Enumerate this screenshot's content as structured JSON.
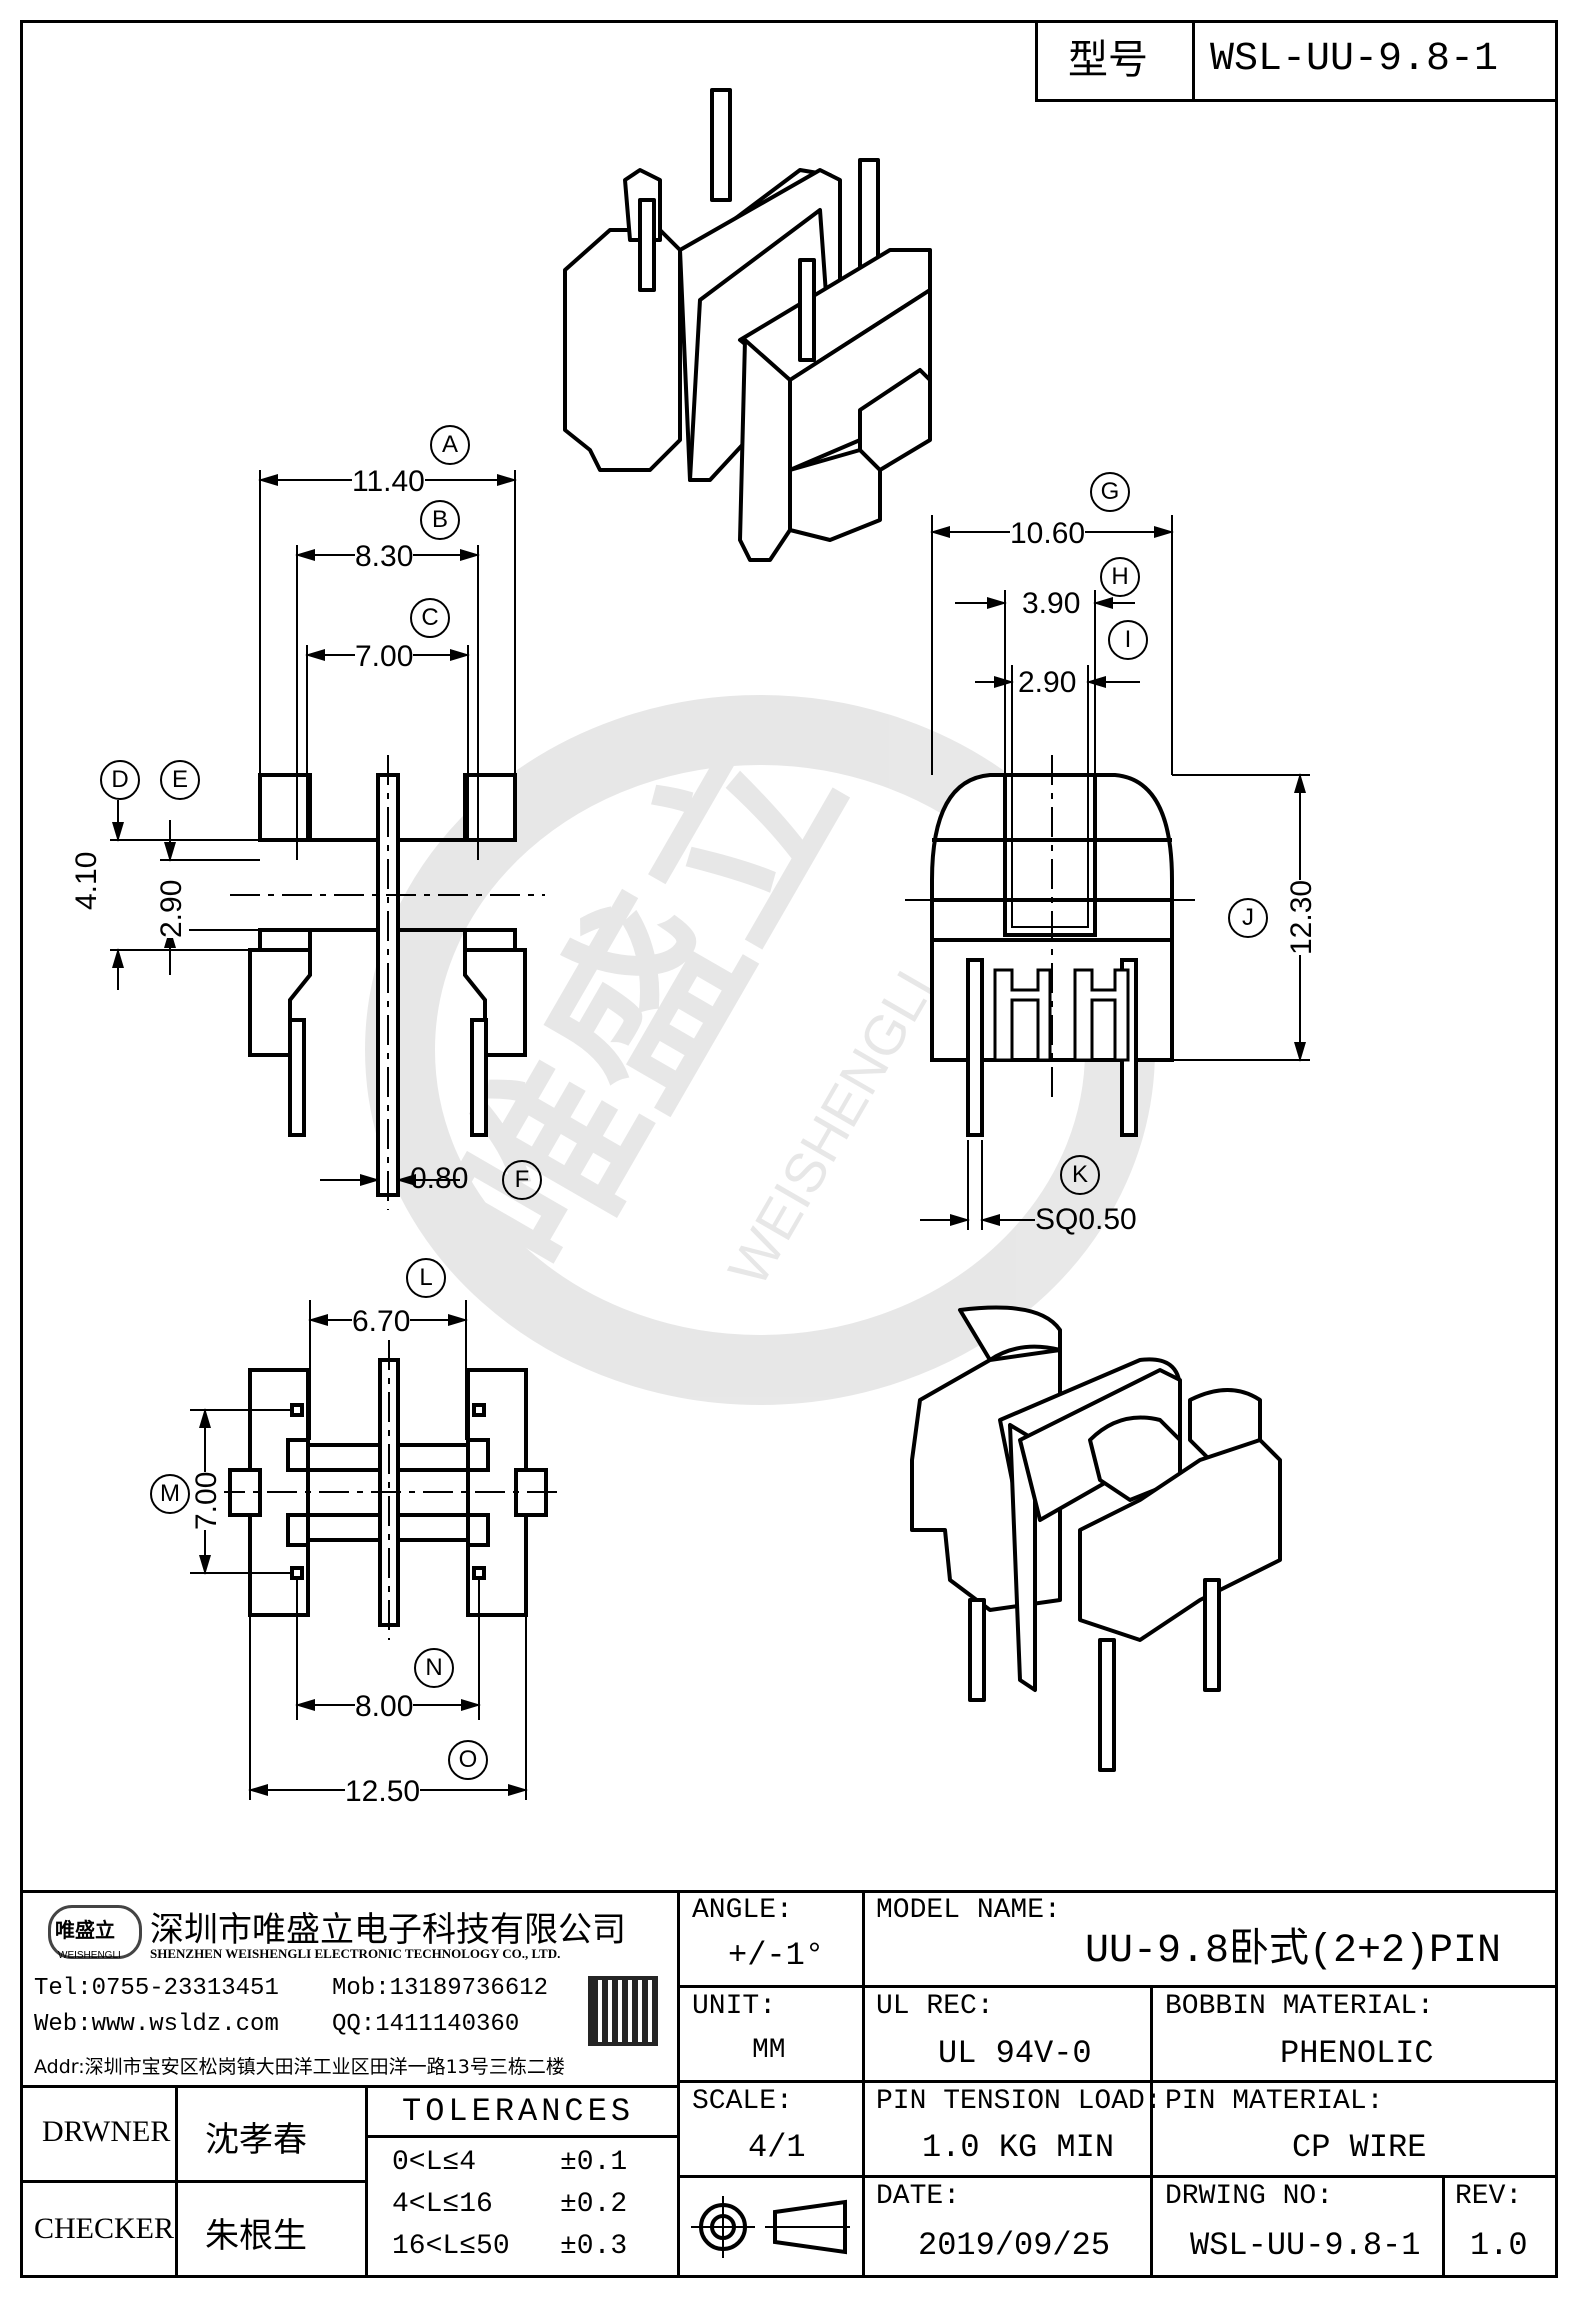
{
  "model_box": {
    "label": "型号",
    "value": "WSL-UU-9.8-1"
  },
  "dimensions": {
    "A": {
      "marker": "A",
      "value": "11.40"
    },
    "B": {
      "marker": "B",
      "value": "8.30"
    },
    "C": {
      "marker": "C",
      "value": "7.00"
    },
    "D": {
      "marker": "D",
      "value": "4.10"
    },
    "E": {
      "marker": "E",
      "value": "2.90"
    },
    "F": {
      "marker": "F",
      "value": "0.80"
    },
    "G": {
      "marker": "G",
      "value": "10.60"
    },
    "H": {
      "marker": "H",
      "value": "3.90"
    },
    "I": {
      "marker": "I",
      "value": "2.90"
    },
    "J": {
      "marker": "J",
      "value": "12.30"
    },
    "K": {
      "marker": "K",
      "value": "SQ0.50"
    },
    "L": {
      "marker": "L",
      "value": "6.70"
    },
    "M": {
      "marker": "M",
      "value": "7.00"
    },
    "N": {
      "marker": "N",
      "value": "8.00"
    },
    "O": {
      "marker": "O",
      "value": "12.50"
    }
  },
  "watermark": {
    "brand": "唯盛立",
    "latin": "WEISHENGLI"
  },
  "company": {
    "logo_text": "唯盛立",
    "logo_sub": "WEISHENGLI",
    "name_cn": "深圳市唯盛立电子科技有限公司",
    "name_en": "SHENZHEN WEISHENGLI ELECTRONIC TECHNOLOGY CO., LTD.",
    "tel": "Tel:0755-23313451",
    "mob": "Mob:13189736612",
    "web": "Web:www.wsldz.com",
    "qq": "QQ:1411140360",
    "addr": "Addr:深圳市宝安区松岗镇大田洋工业区田洋一路13号三栋二楼"
  },
  "title_block": {
    "angle_label": "ANGLE:",
    "angle_value": "+/-1°",
    "model_name_label": "MODEL NAME:",
    "model_name_value": "UU-9.8卧式(2+2)PIN",
    "unit_label": "UNIT:",
    "unit_value": "MM",
    "ul_label": "UL REC:",
    "ul_value": "UL 94V-0",
    "bobbin_label": "BOBBIN MATERIAL:",
    "bobbin_value": "PHENOLIC",
    "scale_label": "SCALE:",
    "scale_value": "4/1",
    "pin_tension_label": "PIN TENSION LOAD:",
    "pin_tension_value": "1.0 KG MIN",
    "pin_material_label": "PIN MATERIAL:",
    "pin_material_value": "CP WIRE",
    "date_label": "DATE:",
    "date_value": "2019/09/25",
    "drawing_no_label": "DRWING NO:",
    "drawing_no_value": "WSL-UU-9.8-1",
    "rev_label": "REV:",
    "rev_value": "1.0",
    "drawer_label": "DRWNER",
    "drawer_value": "沈孝春",
    "checker_label": "CHECKER",
    "checker_value": "朱根生",
    "tolerances_label": "TOLERANCES",
    "tolerances": [
      {
        "range": "0<L≤4",
        "tol": "±0.1"
      },
      {
        "range": "4<L≤16",
        "tol": "±0.2"
      },
      {
        "range": "16<L≤50",
        "tol": "±0.3"
      }
    ]
  }
}
